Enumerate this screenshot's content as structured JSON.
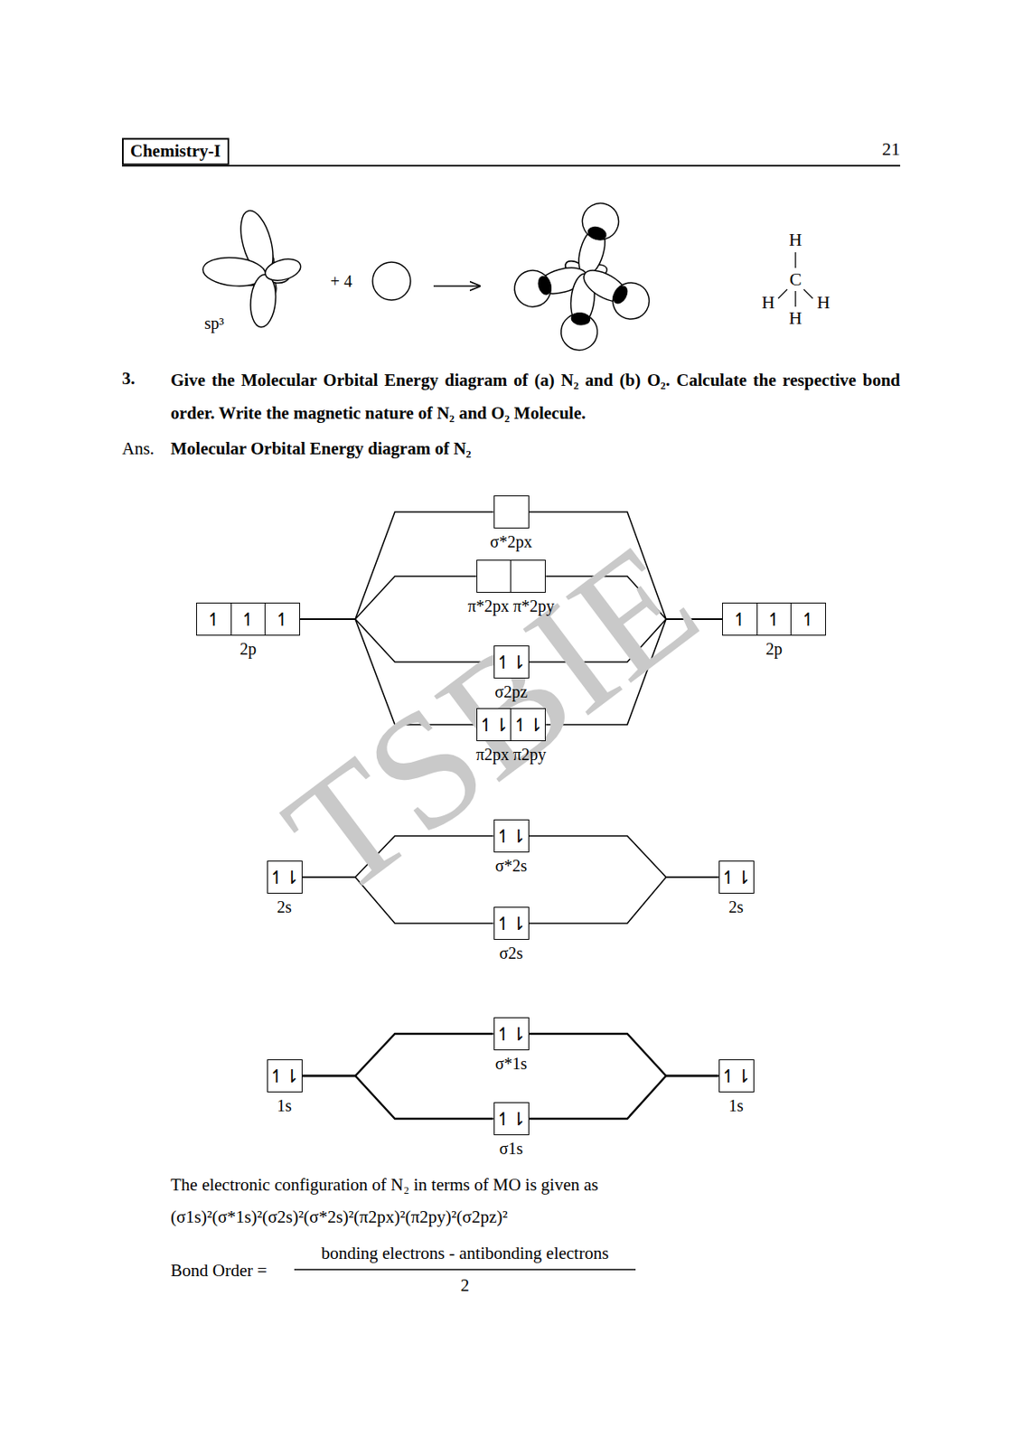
{
  "diagram": {
    "nodes": [
      {
        "text": [
          "σ*2px"
        ]
      },
      {
        "text": [
          "π*2px π*2py"
        ]
      },
      {
        "text": [
          "↿",
          "↿",
          "↿",
          "2p"
        ]
      },
      {
        "text": [
          "↿",
          "↿",
          "↿",
          "2p"
        ]
      },
      {
        "text": [
          "↿⇂",
          "σ2pz"
        ]
      },
      {
        "text": [
          "↿⇂",
          "↿⇂",
          "π2px π2py"
        ]
      },
      {
        "text": [
          "↿⇂",
          "σ*2s"
        ]
      },
      {
        "text": [
          "↿⇂",
          "2s"
        ]
      },
      {
        "text": [
          "↿⇂",
          "2s"
        ]
      },
      {
        "text": [
          "↿⇂",
          "σ2s"
        ]
      },
      {
        "text": [
          "↿⇂",
          "σ*1s"
        ]
      },
      {
        "text": [
          "↿⇂",
          "1s"
        ]
      },
      {
        "text": [
          "↿⇂",
          "1s"
        ]
      },
      {
        "text": [
          "↿⇂",
          "σ1s"
        ]
      }
    ],
    "edges": [
      {
        "from": 2,
        "to": 0,
        "arrow": "none"
      },
      {
        "from": 2,
        "to": 1,
        "arrow": "none"
      },
      {
        "from": 2,
        "to": 4,
        "arrow": "none"
      },
      {
        "from": 2,
        "to": 5,
        "arrow": "none"
      },
      {
        "from": 3,
        "to": 0,
        "arrow": "none"
      },
      {
        "from": 3,
        "to": 1,
        "arrow": "none"
      },
      {
        "from": 3,
        "to": 4,
        "arrow": "none"
      },
      {
        "from": 3,
        "to": 5,
        "arrow": "none"
      },
      {
        "from": 7,
        "to": 6,
        "arrow": "none"
      },
      {
        "from": 7,
        "to": 9,
        "arrow": "none"
      },
      {
        "from": 8,
        "to": 6,
        "arrow": "none"
      },
      {
        "from": 8,
        "to": 9,
        "arrow": "none"
      },
      {
        "from": 11,
        "to": 10,
        "arrow": "none"
      },
      {
        "from": 11,
        "to": 13,
        "arrow": "none"
      },
      {
        "from": 12,
        "to": 10,
        "arrow": "none"
      },
      {
        "from": 12,
        "to": 13,
        "arrow": "none"
      }
    ],
    "labels": [
      "Chemistry-I",
      "21",
      "sp³",
      "+ 4",
      "H",
      "C",
      "H",
      "H",
      "H",
      "3.",
      "Give the Molecular Orbital Energy diagram of (a) N₂ and (b) O₂. Calculate the respective bond order. Write the magnetic nature of  N₂ and O₂ Molecule.",
      "Ans.",
      "Molecular Orbital Energy diagram of N₂",
      "The electronic configuration of N₂ in terms of MO is given as",
      "(σ1s)²(σ*1s)²(σ2s)²(σ*2s)²(π2px)²(π2py)²(σ2pz)²",
      "Bond Order =",
      "bonding electrons - antibonding electrons",
      "2",
      "TSBIE"
    ]
  }
}
